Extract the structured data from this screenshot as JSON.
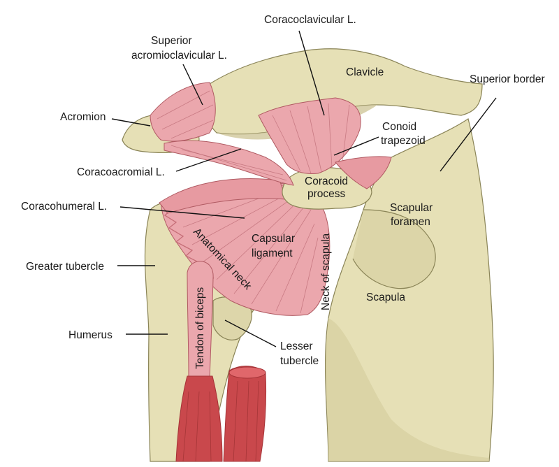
{
  "labels": {
    "coracoclavicular": "Coracoclavicular L.",
    "superior_acromioclavicular_1": "Superior",
    "superior_acromioclavicular_2": "acromioclavicular L.",
    "clavicle": "Clavicle",
    "superior_border": "Superior border",
    "acromion": "Acromion",
    "conoid": "Conoid",
    "trapezoid": "trapezoid",
    "coracoacromial": "Coracoacromial L.",
    "coracoid_1": "Coracoid",
    "coracoid_2": "process",
    "coracohumeral": "Coracohumeral L.",
    "scapular_foramen_1": "Scapular",
    "scapular_foramen_2": "foramen",
    "capsular_1": "Capsular",
    "capsular_2": "ligament",
    "anatomical_neck": "Anatomical neck",
    "neck_of_scapula": "Neck of scapula",
    "greater_tubercle": "Greater tubercle",
    "scapula": "Scapula",
    "tendon_of_biceps": "Tendon of biceps",
    "humerus": "Humerus",
    "lesser_tubercle_1": "Lesser",
    "lesser_tubercle_2": "tubercle"
  },
  "colors": {
    "bone": "#e6e0b6",
    "bone_shadow": "#cfc79a",
    "ligament": "#eba7ad",
    "ligament_dark": "#d9858e",
    "muscle": "#c9484c",
    "muscle_dark": "#a53337"
  }
}
